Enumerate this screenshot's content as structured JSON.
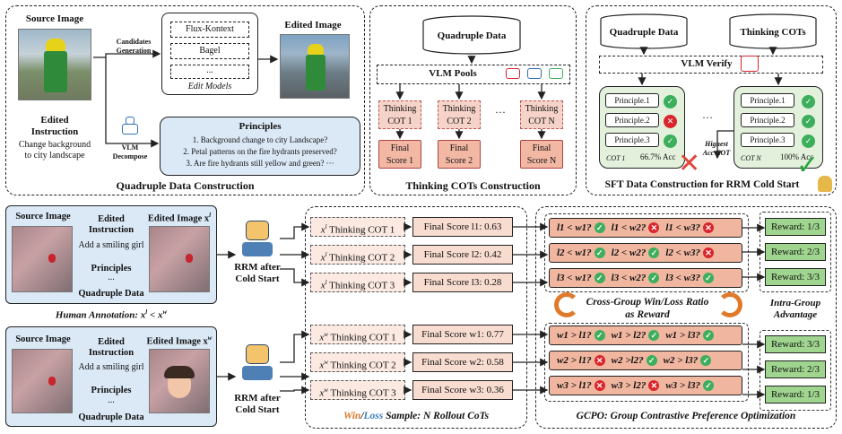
{
  "quad": {
    "source_image": "Source Image",
    "candidates": "Candidates\nGeneration",
    "models": [
      "Flux-Kontext",
      "Bagel",
      "..."
    ],
    "edit_models": "Edit Models",
    "edited_image": "Edited Image",
    "edited_instruction": "Edited\nInstruction",
    "instruction_text": "Change background\nto city landscape",
    "vlm_decompose": "VLM\nDecompose",
    "principles_title": "Principles",
    "principles": [
      "1. Background change to city Landscape?",
      "2. Petal patterns on the fire hydrants preserved?",
      "3. Are fire hydrants still yellow and green?"
    ],
    "principles_more": "···",
    "caption": "Quadruple Data Construction"
  },
  "thinking": {
    "db": "Quadruple Data",
    "pools": "VLM Pools",
    "cots": [
      "Thinking\nCOT 1",
      "Thinking\nCOT 2",
      "Thinking\nCOT N"
    ],
    "scores": [
      "Final\nScore 1",
      "Final\nScore 2",
      "Final\nScore N"
    ],
    "dots": "···",
    "caption": "Thinking COTs Construction"
  },
  "sft": {
    "db1": "Quadruple Data",
    "db2": "Thinking COTs",
    "verify": "VLM Verify",
    "principles": [
      "Principle.1",
      "Principle.2",
      "Principle.3"
    ],
    "left_label": "COT 1",
    "left_acc": "66.7% Acc",
    "right_label": "COT N",
    "right_acc": "100% Acc",
    "highest": "Highest\nAcc COT",
    "dots": "···",
    "caption": "SFT Data Construction for RRM Cold Start"
  },
  "human": {
    "source_image": "Source Image",
    "edited_instruction": "Edited\nInstruction",
    "edited_image_l": "Edited Image x",
    "sup_l": "l",
    "edited_image_w": "Edited Image x",
    "sup_w": "w",
    "instruction_text": "Add a smiling girl",
    "principles": "Principles",
    "ellipsis": "...",
    "quad": "Quadruple Data",
    "annotation": "Human Annotation: x",
    "annotation_lt": " < x",
    "rrm": "RRM after\nCold Start"
  },
  "rollout": {
    "loss_cots": [
      "Thinking COT 1",
      "Thinking COT 2",
      "Thinking COT 3"
    ],
    "loss_scores": [
      "Final Score l1: 0.63",
      "Final Score l2: 0.42",
      "Final Score l3: 0.28"
    ],
    "win_cots": [
      "Thinking COT 1",
      "Thinking COT 2",
      "Thinking COT 3"
    ],
    "win_scores": [
      "Final Score w1: 0.77",
      "Final Score w2: 0.58",
      "Final Score w3: 0.36"
    ],
    "caption_win": "Win",
    "caption_slash": "/",
    "caption_loss": "Loss",
    "caption_rest": " Sample: N Rollout CoTs"
  },
  "gcpo": {
    "loss_rows": [
      [
        {
          "t": "l1 < w1?",
          "r": "ok"
        },
        {
          "t": "l1 < w2?",
          "r": "no"
        },
        {
          "t": "l1 < w3?",
          "r": "no"
        }
      ],
      [
        {
          "t": "l2 < w1?",
          "r": "ok"
        },
        {
          "t": "l2 < w2?",
          "r": "ok"
        },
        {
          "t": "l2 < w3?",
          "r": "no"
        }
      ],
      [
        {
          "t": "l3 < w1?",
          "r": "ok"
        },
        {
          "t": "l3 < w2?",
          "r": "ok"
        },
        {
          "t": "l3 < w3?",
          "r": "ok"
        }
      ]
    ],
    "win_rows": [
      [
        {
          "t": "w1 > l1?",
          "r": "ok"
        },
        {
          "t": "w1 > l2?",
          "r": "ok"
        },
        {
          "t": "w1 > l3?",
          "r": "ok"
        }
      ],
      [
        {
          "t": "w2 > l1?",
          "r": "no"
        },
        {
          "t": "w2 >l2?",
          "r": "ok"
        },
        {
          "t": "w2 > l3?",
          "r": "ok"
        }
      ],
      [
        {
          "t": "w3 > l1?",
          "r": "no"
        },
        {
          "t": "w3 > l2?",
          "r": "no"
        },
        {
          "t": "w3 > l3?",
          "r": "ok"
        }
      ]
    ],
    "ratio": "Cross-Group Win/Loss Ratio\nas Reward",
    "loss_rewards": [
      "Reward: 1/3",
      "Reward: 2/3",
      "Reward: 3/3"
    ],
    "win_rewards": [
      "Reward: 3/3",
      "Reward: 2/3",
      "Reward: 1/3"
    ],
    "intra": "Intra-Group\nAdvantage",
    "caption": "GCPO: Group Contrastive Preference Optimization"
  },
  "colors": {
    "win": "#e07a2a",
    "loss": "#3a7fc0",
    "green": "#3cae5c",
    "red": "#d9262c"
  }
}
